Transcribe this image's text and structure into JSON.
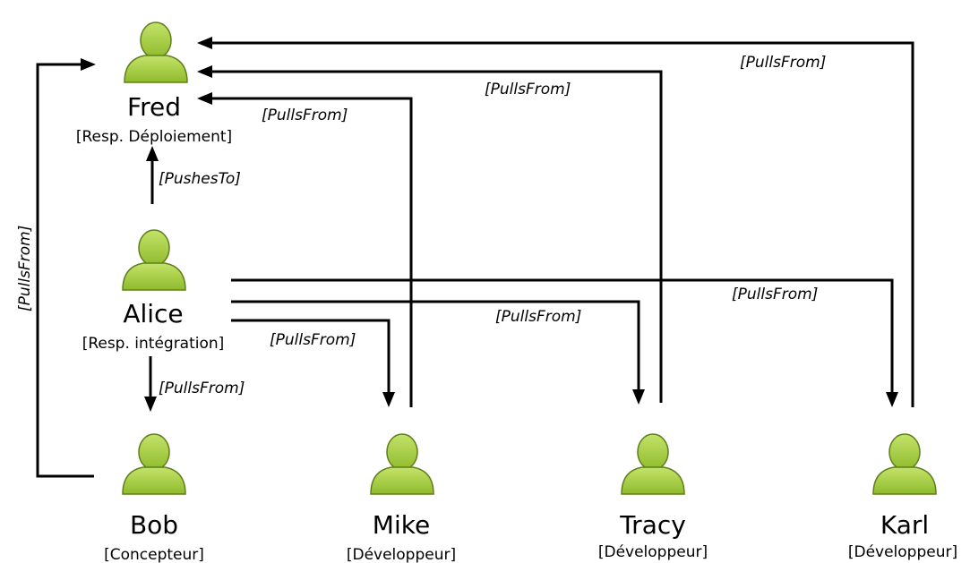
{
  "people": {
    "fred": {
      "name": "Fred",
      "role": "[Resp. Déploiement]"
    },
    "alice": {
      "name": "Alice",
      "role": "[Resp. intégration]"
    },
    "bob": {
      "name": "Bob",
      "role": "[Concepteur]"
    },
    "mike": {
      "name": "Mike",
      "role": "[Développeur]"
    },
    "tracy": {
      "name": "Tracy",
      "role": "[Développeur]"
    },
    "karl": {
      "name": "Karl",
      "role": "[Développeur]"
    }
  },
  "edges": {
    "alice_to_fred": "[PushesTo]",
    "alice_to_bob": "[PullsFrom]",
    "bob_to_fred": "[PullsFrom]",
    "mike_to_fred": "[PullsFrom]",
    "tracy_to_fred": "[PullsFrom]",
    "karl_to_fred": "[PullsFrom]",
    "alice_to_mike": "[PullsFrom]",
    "alice_to_tracy": "[PullsFrom]",
    "alice_to_karl": "[PullsFrom]"
  },
  "colors": {
    "person_fill": "#9fc93a",
    "person_stroke": "#5f7f1c",
    "person_highlight": "#c4e36a",
    "line": "#000000"
  },
  "icons": {
    "person": "person-icon"
  }
}
